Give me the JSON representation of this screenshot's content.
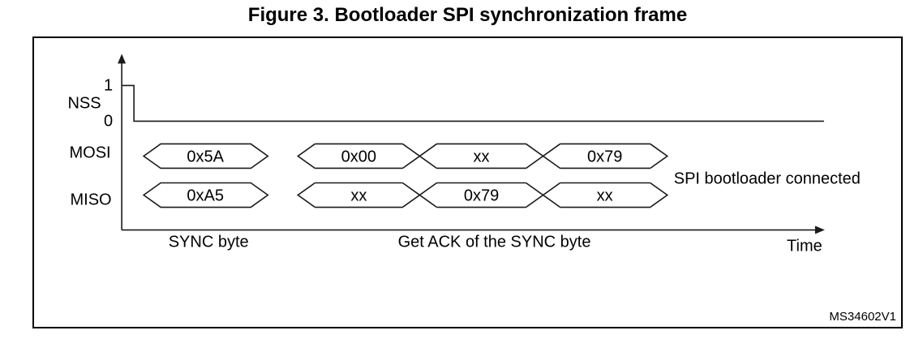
{
  "figure": {
    "title": "Figure 3. Bootloader SPI synchronization frame",
    "watermark": "MS34602V1"
  },
  "axes": {
    "level_high": "1",
    "level_low": "0",
    "time_label": "Time"
  },
  "signals": {
    "nss_label": "NSS",
    "mosi_label": "MOSI",
    "miso_label": "MISO",
    "mosi_frame1": [
      "0x5A"
    ],
    "mosi_frame2": [
      "0x00",
      "xx",
      "0x79"
    ],
    "miso_frame1": [
      "0xA5"
    ],
    "miso_frame2": [
      "xx",
      "0x79",
      "xx"
    ]
  },
  "annotations": {
    "sync_byte": "SYNC byte",
    "get_ack": "Get ACK of the SYNC byte",
    "connected": "SPI bootloader connected"
  },
  "colors": {
    "line": "#1a1a1a",
    "text": "#000000"
  }
}
